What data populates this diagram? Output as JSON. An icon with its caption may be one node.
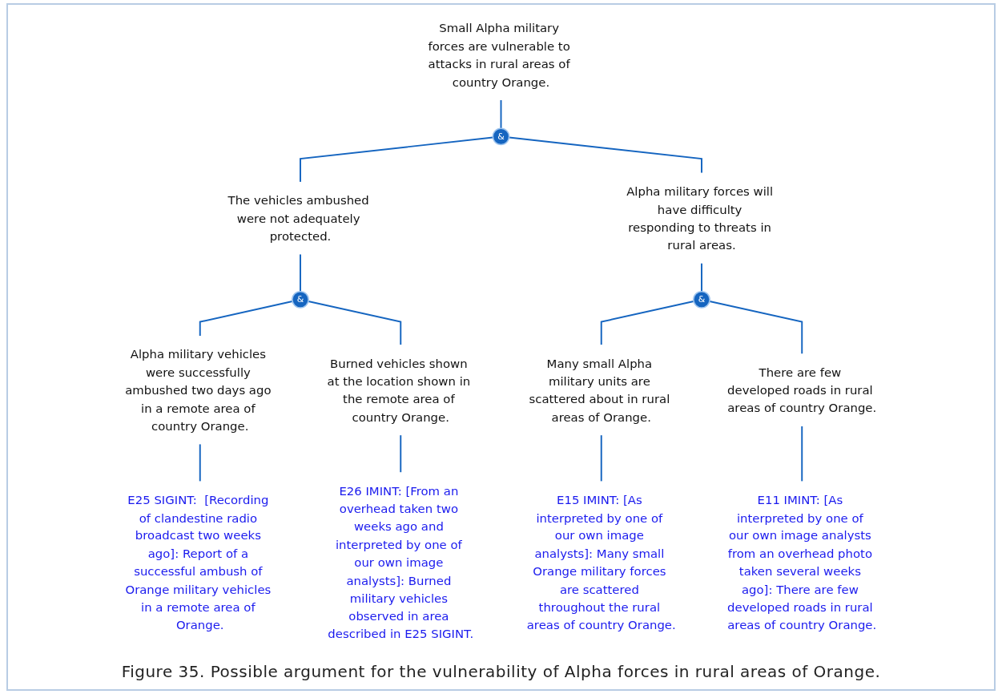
{
  "diagram": {
    "caption": "Figure 35. Possible argument for the vulnerability of Alpha forces in rural areas of Orange.",
    "nodes": [
      {
        "text": [
          "Small Alpha military forces are vulnerable to attacks in rural areas of country Orange."
        ]
      },
      {
        "text": [
          "&"
        ]
      },
      {
        "text": [
          "The vehicles ambushed were not adequately protected."
        ]
      },
      {
        "text": [
          "Alpha military forces will have difficulty responding to threats in rural areas."
        ]
      },
      {
        "text": [
          "&"
        ]
      },
      {
        "text": [
          "Alpha military vehicles were successfully ambushed two days ago in a remote area of country Orange."
        ]
      },
      {
        "text": [
          "Burned vehicles shown at the location shown in the remote area of country Orange."
        ]
      },
      {
        "text": [
          "&"
        ]
      },
      {
        "text": [
          "Many small Alpha military units are scattered about in rural areas of Orange."
        ]
      },
      {
        "text": [
          "There are few developed roads in rural areas of country Orange."
        ]
      },
      {
        "text": [
          "E25 SIGINT:  [Recording of clandestine radio broadcast two weeks ago]: Report of a successful ambush of Orange military vehicles in a remote area of Orange."
        ]
      },
      {
        "text": [
          "E26 IMINT: [From an overhead taken two weeks ago and interpreted by one of our own image analysts]: Burned military vehicles observed in area described in E25 SIGINT."
        ]
      },
      {
        "text": [
          "E15 IMINT: [As interpreted by one of our own image analysts]: Many small Orange military forces are scattered throughout the rural areas of country Orange."
        ]
      },
      {
        "text": [
          "E11 IMINT: [As interpreted by one of our own image analysts from an overhead photo taken several weeks ago]: There are few developed roads in rural areas of country Orange."
        ]
      }
    ],
    "edges": [
      {
        "from": 0,
        "to": 1,
        "arrow": "none"
      },
      {
        "from": 1,
        "to": 2,
        "arrow": "none"
      },
      {
        "from": 1,
        "to": 3,
        "arrow": "none"
      },
      {
        "from": 2,
        "to": 4,
        "arrow": "none"
      },
      {
        "from": 4,
        "to": 5,
        "arrow": "none"
      },
      {
        "from": 4,
        "to": 6,
        "arrow": "none"
      },
      {
        "from": 3,
        "to": 7,
        "arrow": "none"
      },
      {
        "from": 7,
        "to": 8,
        "arrow": "none"
      },
      {
        "from": 7,
        "to": 9,
        "arrow": "none"
      },
      {
        "from": 5,
        "to": 10,
        "arrow": "none"
      },
      {
        "from": 6,
        "to": 11,
        "arrow": "none"
      },
      {
        "from": 8,
        "to": 12,
        "arrow": "none"
      },
      {
        "from": 9,
        "to": 13,
        "arrow": "none"
      }
    ]
  }
}
